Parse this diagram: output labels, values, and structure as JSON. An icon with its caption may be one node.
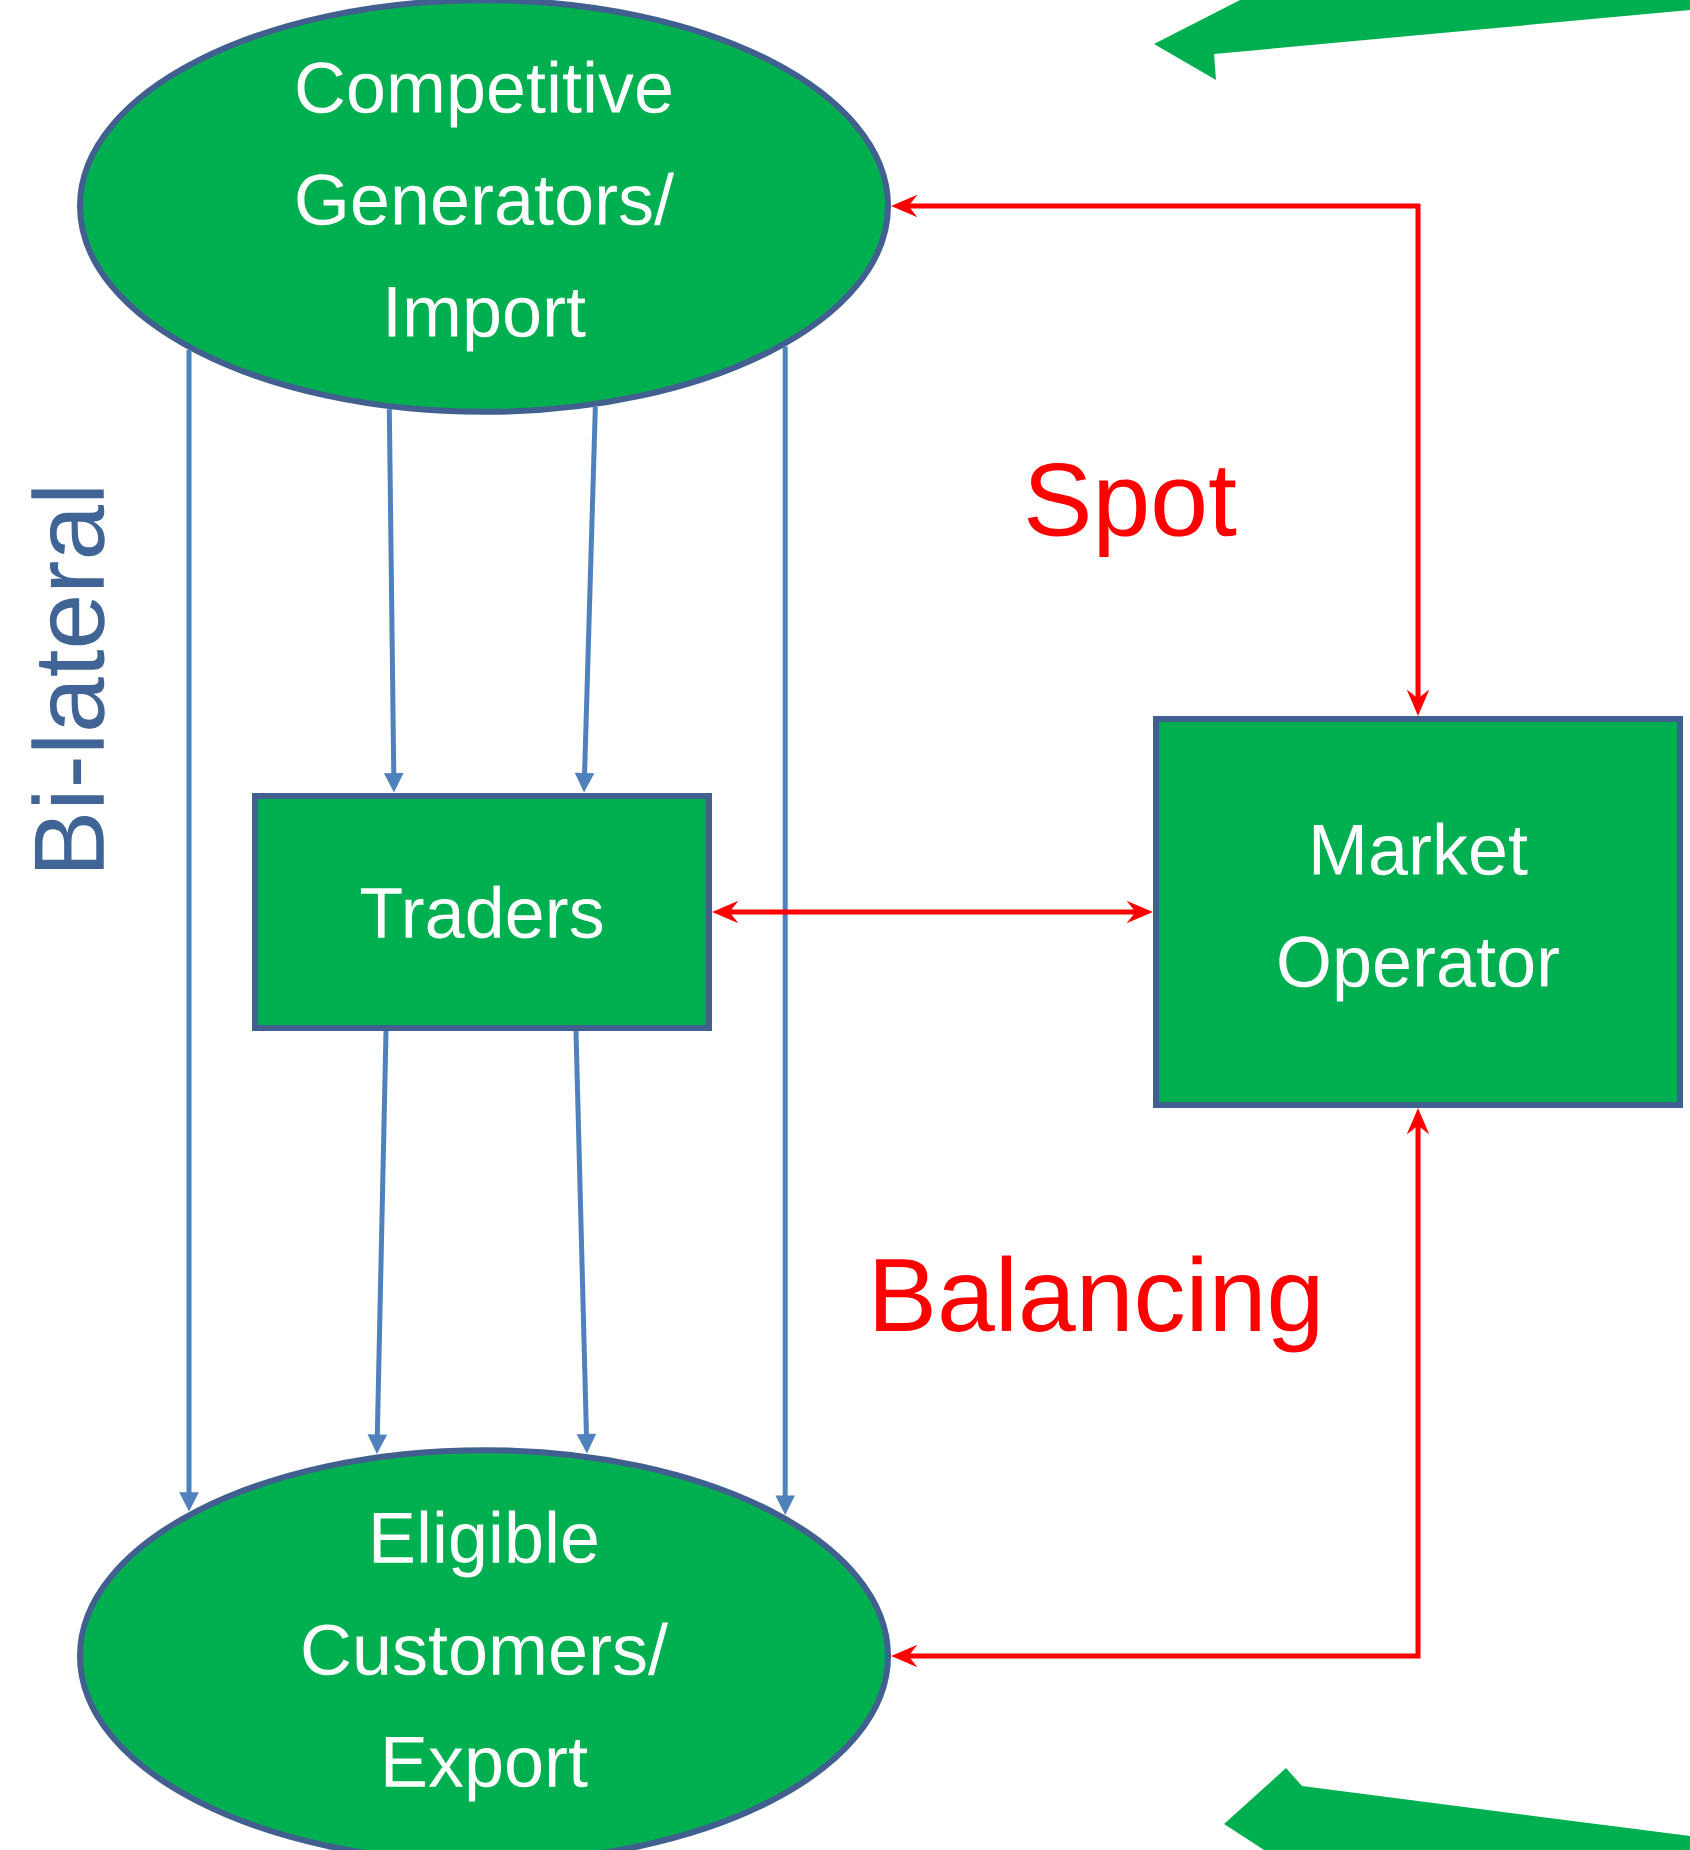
{
  "diagram": {
    "nodes": [
      {
        "text": [
          "Competitive Generators/ Import"
        ]
      },
      {
        "text": [
          "Traders"
        ]
      },
      {
        "text": [
          "Market Operator"
        ]
      },
      {
        "text": [
          "Eligible Customers/ Export"
        ]
      }
    ],
    "edges": [
      {
        "from": 0,
        "to": 3,
        "arrow": "to"
      },
      {
        "from": 0,
        "to": 1,
        "arrow": "to"
      },
      {
        "from": 0,
        "to": 1,
        "arrow": "to"
      },
      {
        "from": 0,
        "to": 3,
        "arrow": "to"
      },
      {
        "from": 1,
        "to": 3,
        "arrow": "to"
      },
      {
        "from": 1,
        "to": 3,
        "arrow": "to"
      },
      {
        "from": 0,
        "to": 2,
        "arrow": "both",
        "label": "Spot",
        "color": "#ff0000"
      },
      {
        "from": 1,
        "to": 2,
        "arrow": "both",
        "color": "#ff0000"
      },
      {
        "from": 2,
        "to": 3,
        "arrow": "both",
        "label": "Balancing",
        "color": "#ff0000"
      }
    ],
    "labels": [
      "Bi-lateral"
    ]
  }
}
